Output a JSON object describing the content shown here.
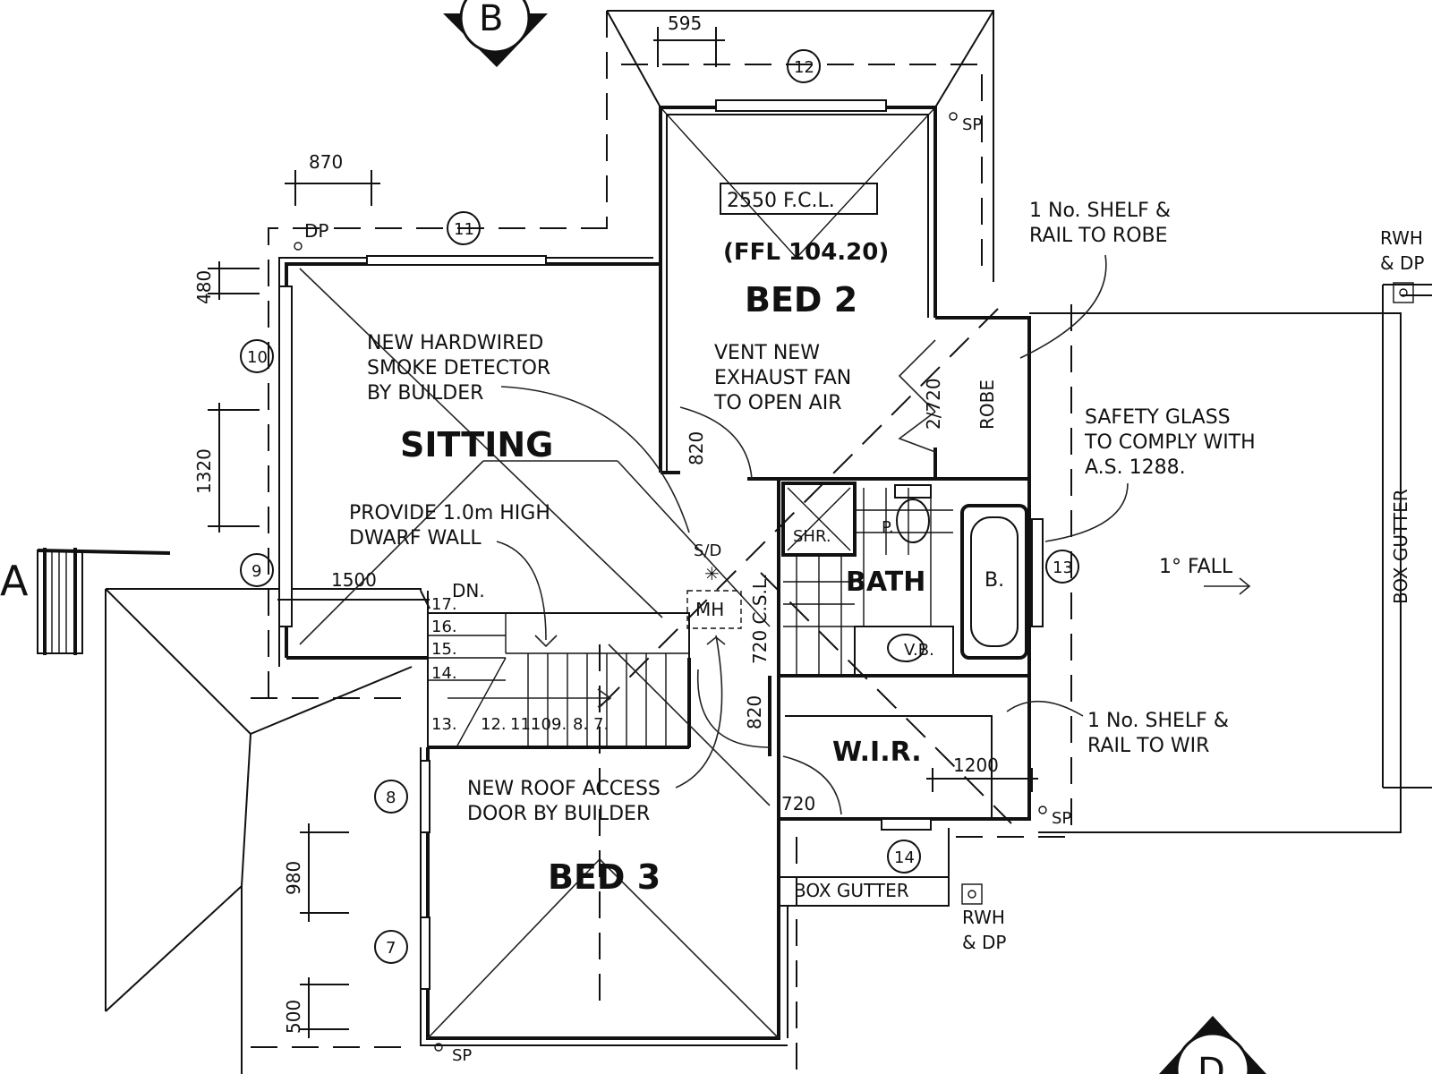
{
  "rooms": {
    "bed2": "BED 2",
    "bed3": "BED 3",
    "sitting": "SITTING",
    "bath": "BATH",
    "wir": "W.I.R.",
    "robe": "ROBE",
    "shower": "SHR.",
    "bathtub": "B.",
    "vanity": "V.B.",
    "wc": "P.",
    "manhole": "MH",
    "smoke_detector": "S/D"
  },
  "levels": {
    "ceiling": "2550 F.C.L.",
    "floor": "(FFL 104.20)"
  },
  "notes": {
    "smoke": [
      "NEW HARDWIRED",
      "SMOKE DETECTOR",
      "BY BUILDER"
    ],
    "exhaust": [
      "VENT NEW",
      "EXHAUST FAN",
      "TO OPEN AIR"
    ],
    "dwarf": [
      "PROVIDE 1.0m HIGH",
      "DWARF WALL"
    ],
    "roof_access": [
      "NEW ROOF ACCESS",
      "DOOR BY BUILDER"
    ],
    "robe_shelf": [
      "1 No. SHELF &",
      "RAIL TO ROBE"
    ],
    "wir_shelf": [
      "1 No. SHELF &",
      "RAIL TO WIR"
    ],
    "safety_glass": [
      "SAFETY GLASS",
      "TO COMPLY WITH",
      "A.S. 1288."
    ],
    "fall": "1° FALL",
    "box_gutter": "BOX GUTTER",
    "rwh_dp": [
      "RWH",
      "& DP"
    ],
    "stairs_dn": "DN.",
    "dp": "DP",
    "sp": "SP"
  },
  "dimensions": {
    "d595": "595",
    "d870": "870",
    "d480": "480",
    "d1320": "1320",
    "d1500": "1500",
    "d820a": "820",
    "d820b": "820",
    "d2720": "2/720",
    "d720csl": "720 C.S.L.",
    "d720": "720",
    "d1200": "1200",
    "d980": "980",
    "d500": "500"
  },
  "grid_bubbles": [
    "7",
    "8",
    "9",
    "10",
    "11",
    "12",
    "13",
    "14"
  ],
  "stair_numbers": [
    "17.",
    "16.",
    "15.",
    "14.",
    "13.",
    "12.",
    "11.",
    "10.",
    "9.",
    "8.",
    "7."
  ],
  "sections": {
    "a": "A",
    "b": "B",
    "d": "D"
  }
}
